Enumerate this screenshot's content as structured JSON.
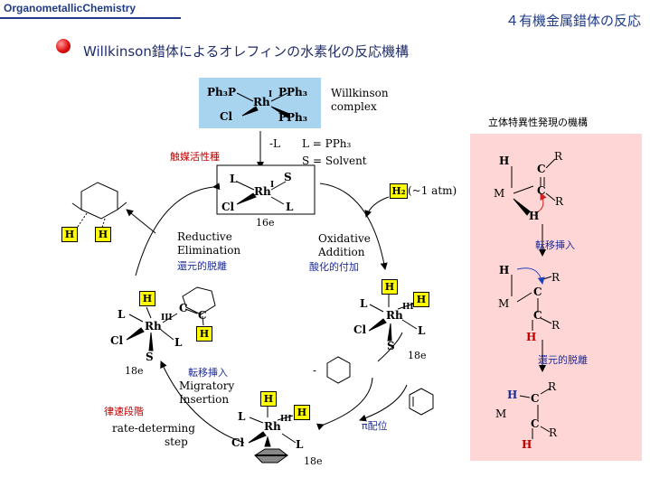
{
  "header": {
    "course": "OrganometallicChemistry",
    "chapter": "４有機金属錯体の反応"
  },
  "title": "Willkinson錯体によるオレフィンの水素化の反応機構",
  "willkinson": {
    "ph3p": "Ph₃P",
    "pph3_top": "PPh₃",
    "rh": "Rh",
    "ox": "I",
    "cl": "Cl",
    "pph3_bottom": "PPh₃",
    "label_line1": "Willkinson",
    "label_line2": "complex"
  },
  "dissociation": {
    "minus_L": "-L",
    "def1": "L = PPh₃",
    "def2": "S = Solvent",
    "active_species": "触媒活性種"
  },
  "catalyst16e": {
    "L": "L",
    "S": "S",
    "Rh": "Rh",
    "ox": "I",
    "Cl": "Cl",
    "L2": "L",
    "count": "16e"
  },
  "h2": {
    "label": "H₂",
    "pressure": "(~1 atm)"
  },
  "steps": {
    "re_en1": "Reductive",
    "re_en2": "Elimination",
    "re_jp": "還元的脱離",
    "oa_en1": "Oxidative",
    "oa_en2": "Addition",
    "oa_jp": "酸化的付加",
    "mi_jp": "転移挿入",
    "mi_en1": "Migratory",
    "mi_en2": "Insertion",
    "rds_jp": "律速段階",
    "rds_en1": "rate-determing",
    "rds_en2": "step",
    "pi": "π配位",
    "minus": "-"
  },
  "atoms": {
    "H": "H",
    "L": "L",
    "Cl": "Cl",
    "S": "S",
    "Rh": "Rh",
    "ox3": "III",
    "C": "C",
    "M": "M",
    "R": "R",
    "e18": "18e"
  },
  "stereo": {
    "title": "立体特異性発現の機構",
    "step1": "転移挿入",
    "step2": "還元的脱離"
  }
}
